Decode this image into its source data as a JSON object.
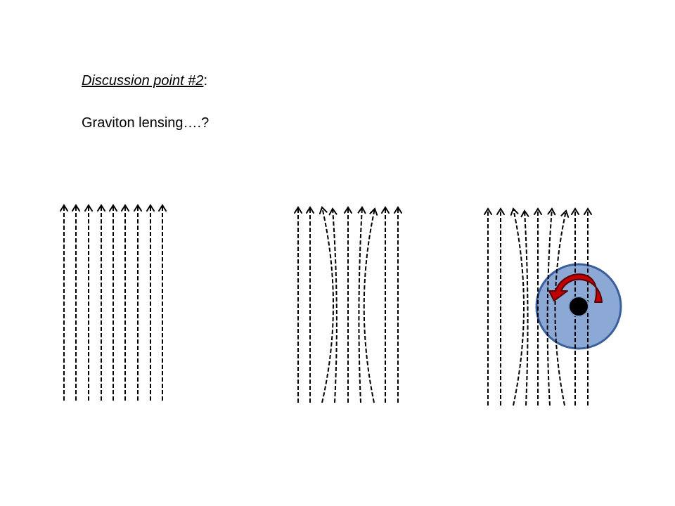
{
  "heading": {
    "text": "Discussion point #2",
    "suffix": ":"
  },
  "subtext": "Graviton lensing….?",
  "diagram": {
    "panels": [
      {
        "name": "uniform-field",
        "lines": 9,
        "bending": "none"
      },
      {
        "name": "lensed-field",
        "lines": 9,
        "bending": "converging"
      },
      {
        "name": "lensed-field-rotating-mass",
        "lines": 9,
        "bending": "converging-offset",
        "mass_object": true
      }
    ],
    "colors": {
      "field_line": "#000000",
      "mass_halo_fill": "#7f9fcf",
      "mass_halo_stroke": "#3a5f9c",
      "mass_core": "#000000",
      "rotation_arrow_fill": "#c00000",
      "rotation_arrow_stroke": "#5a0000"
    },
    "icons": [
      "rotation-arrow-icon"
    ]
  }
}
